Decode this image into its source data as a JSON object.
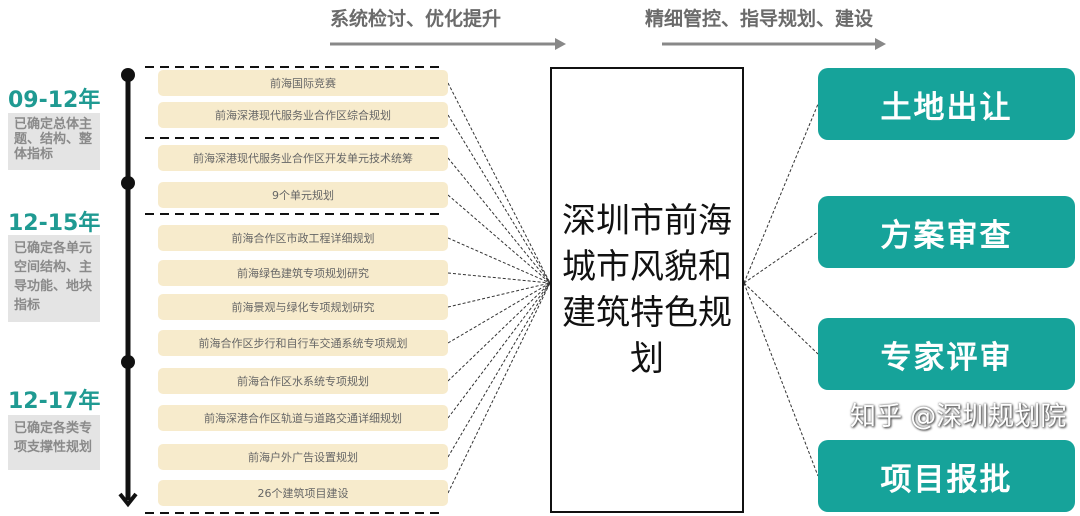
{
  "header": {
    "left": "系统检讨、优化提升",
    "right": "精细管控、指导规划、建设"
  },
  "phases": [
    {
      "year": "09-12年",
      "note": "已确定总体主题、结构、整体指标"
    },
    {
      "year": "12-15年",
      "note": "已确定各单元空间结构、主导功能、地块指标"
    },
    {
      "year": "12-17年",
      "note": "已确定各类专项支撑性规划"
    }
  ],
  "items": [
    "前海国际竞赛",
    "前海深港现代服务业合作区综合规划",
    "前海深港现代服务业合作区开发单元技术统筹",
    "9个单元规划",
    "前海合作区市政工程详细规划",
    "前海绿色建筑专项规划研究",
    "前海景观与绿化专项规划研究",
    "前海合作区步行和自行车交通系统专项规划",
    "前海合作区水系统专项规划",
    "前海深港合作区轨道与道路交通详细规划",
    "前海户外广告设置规划",
    "26个建筑项目建设"
  ],
  "center": "深圳市前海城市风貌和建筑特色规划",
  "outputs": [
    "土地出让",
    "方案审查",
    "专家评审",
    "项目报批"
  ],
  "watermark": "知乎 @深圳规划院",
  "colors": {
    "teal": "#16a39a",
    "item_bg": "#f7ebcc"
  }
}
